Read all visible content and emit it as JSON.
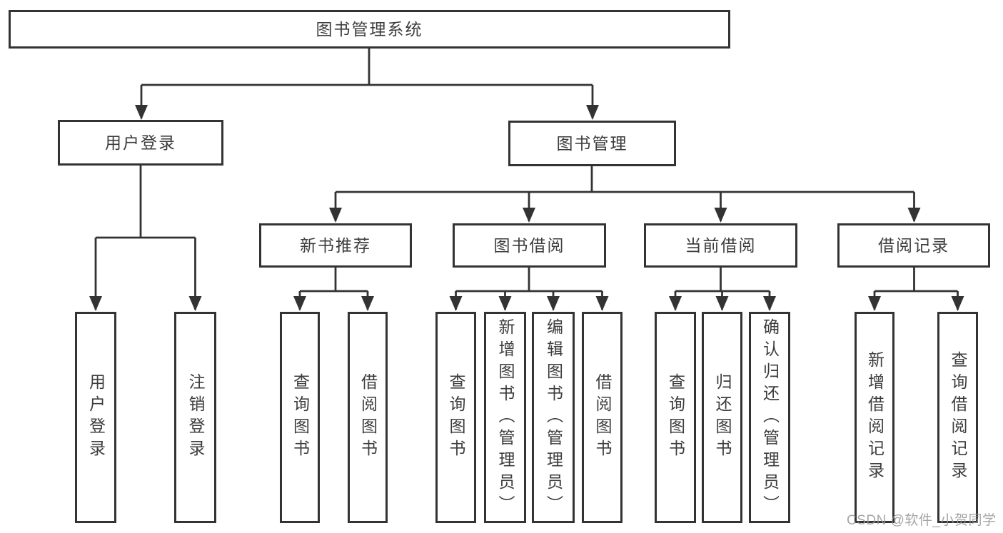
{
  "diagram_type": "hierarchy-tree",
  "tree": {
    "label": "图书管理系统",
    "children": [
      {
        "label": "用户登录",
        "children": [
          {
            "label": "用户登录"
          },
          {
            "label": "注销登录"
          }
        ]
      },
      {
        "label": "图书管理",
        "children": [
          {
            "label": "新书推荐",
            "children": [
              {
                "label": "查询图书"
              },
              {
                "label": "借阅图书"
              }
            ]
          },
          {
            "label": "图书借阅",
            "children": [
              {
                "label": "查询图书"
              },
              {
                "label": "新增图书（管理员）"
              },
              {
                "label": "编辑图书（管理员）"
              },
              {
                "label": "借阅图书"
              }
            ]
          },
          {
            "label": "当前借阅",
            "children": [
              {
                "label": "查询图书"
              },
              {
                "label": "归还图书"
              },
              {
                "label": "确认归还（管理员）"
              }
            ]
          },
          {
            "label": "借阅记录",
            "children": [
              {
                "label": "新增借阅记录"
              },
              {
                "label": "查询借阅记录"
              }
            ]
          }
        ]
      }
    ]
  },
  "watermark": {
    "text": "CSDN @软件_小贺同学"
  },
  "colors": {
    "background": "#ffffff",
    "line": "#333333",
    "box_border": "#333333",
    "text": "#3d3d3d",
    "watermark": "#969696"
  }
}
